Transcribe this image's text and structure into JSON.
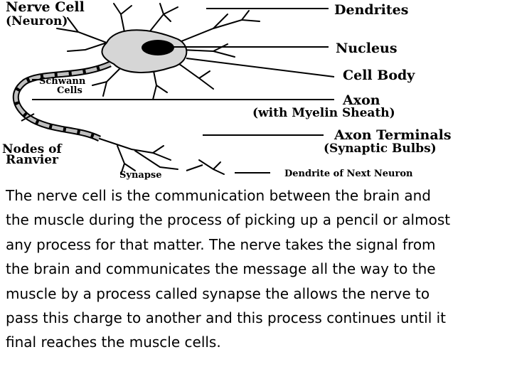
{
  "diagram": {
    "title": "Nerve Cell",
    "subtitle": "(Neuron)",
    "labels": {
      "dendrites": "Dendrites",
      "nucleus": "Nucleus",
      "cell_body": "Cell Body",
      "axon": "Axon",
      "myelin": "(with Myelin Sheath)",
      "axon_terminals": "Axon Terminals",
      "synaptic_bulbs": "(Synaptic Bulbs)",
      "schwann_1": "Schwann",
      "schwann_2": "Cells",
      "nodes_1": "Nodes of",
      "nodes_2": "Ranvier",
      "synapse": "Synapse",
      "next_dendrite": "Dendrite of Next Neuron"
    }
  },
  "caption": {
    "lines": [
      "The nerve cell is the communication between the brain and",
      "the muscle during the process of picking up a pencil or almost",
      "any process for that matter. The nerve takes the signal from",
      "the brain and communicates the message all the way to the",
      "muscle by a process called synapse the allows the nerve to",
      "pass this charge to another and this process continues until it",
      "final reaches the muscle cells."
    ]
  }
}
